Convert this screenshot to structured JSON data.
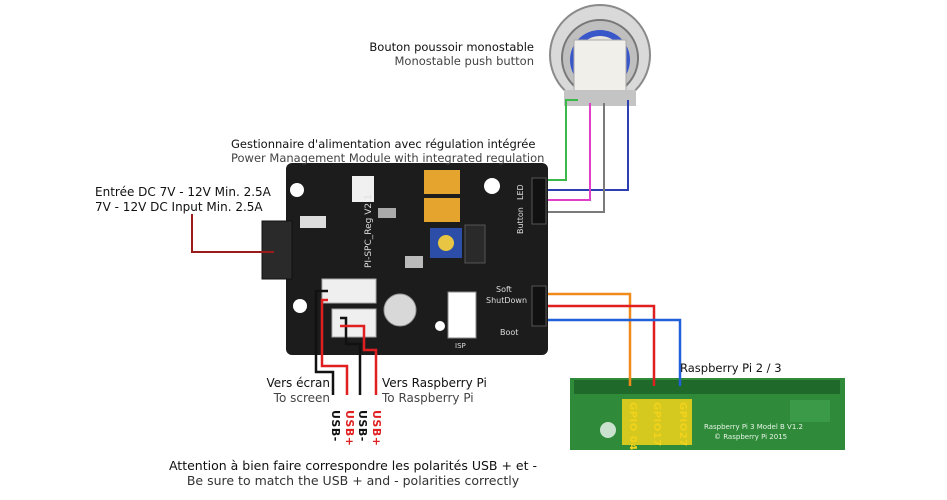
{
  "labels": {
    "button_fr": "Bouton poussoir monostable",
    "button_en": "Monostable push button",
    "pmm_fr": "Gestionnaire d'alimentation avec régulation intégrée",
    "pmm_en": "Power Management Module with integrated regulation",
    "dc_fr": "Entrée DC 7V - 12V Min. 2.5A",
    "dc_en": "7V - 12V DC Input Min. 2.5A",
    "screen_fr": "Vers écran",
    "screen_en": "To screen",
    "rpi_fr": "Vers Raspberry Pi",
    "rpi_en": "To Raspberry Pi",
    "rpi_board": "Raspberry Pi 2 / 3",
    "warning_fr": "Attention à bien faire correspondre les polarités USB + et -",
    "warning_en": "Be sure to match the USB + and - polarities correctly"
  },
  "usb_labels": {
    "screen_minus": "USB-",
    "screen_plus": "USB+",
    "rpi_minus": "USB-",
    "rpi_plus": "USB+"
  },
  "board": {
    "name": "PI-SPC_Reg V2.1",
    "led": "LED",
    "button": "Button",
    "shutdown": "ShutDown",
    "soft": "Soft",
    "boot": "Boot",
    "isp": "ISP"
  },
  "gpio": {
    "gpio04": "GPIO 04",
    "gpio17": "GPIO17",
    "gpio27": "GPIO27"
  },
  "rpi_silk": {
    "model": "Raspberry Pi 3 Model B V1.2",
    "copyright": "© Raspberry Pi 2015"
  },
  "colors": {
    "wire_green": "#3cb84a",
    "wire_blue": "#2d3fb0",
    "wire_pink": "#e040c8",
    "wire_gray": "#7a7a7a",
    "wire_orange": "#f08a1a",
    "wire_red": "#e02020",
    "wire_blue2": "#2060d8",
    "wire_black": "#111111",
    "dc_line": "#9b1b1b",
    "gpio_yellow": "#f2d21b",
    "pcb_black": "#1a1a1a",
    "rpi_green": "#2f8a3a"
  }
}
